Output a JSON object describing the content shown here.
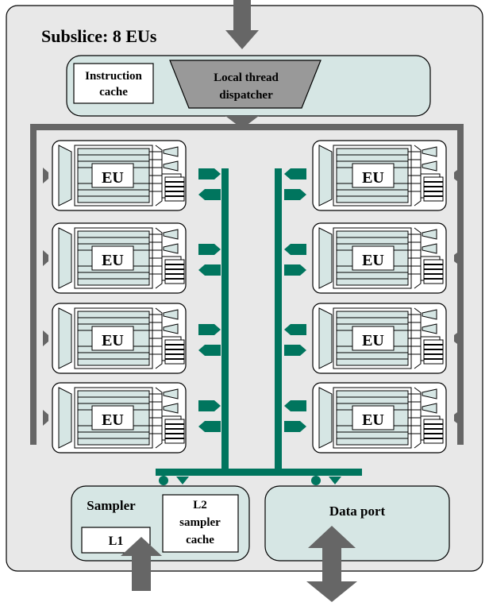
{
  "diagram": {
    "title": "Subslice: 8 EUs",
    "instruction_cache_line1": "Instruction",
    "instruction_cache_line2": "cache",
    "dispatcher_line1": "Local thread",
    "dispatcher_line2": "dispatcher",
    "eu_label": "EU",
    "sampler_label": "Sampler",
    "l1_label": "L1",
    "l2_line1": "L2",
    "l2_line2": "sampler",
    "l2_line3": "cache",
    "data_port_label": "Data port"
  },
  "colors": {
    "panel_bg": "#e8e8e8",
    "block_bg": "#d6e6e4",
    "bus_dark": "#666666",
    "interconnect": "#00755e",
    "white": "#ffffff"
  }
}
